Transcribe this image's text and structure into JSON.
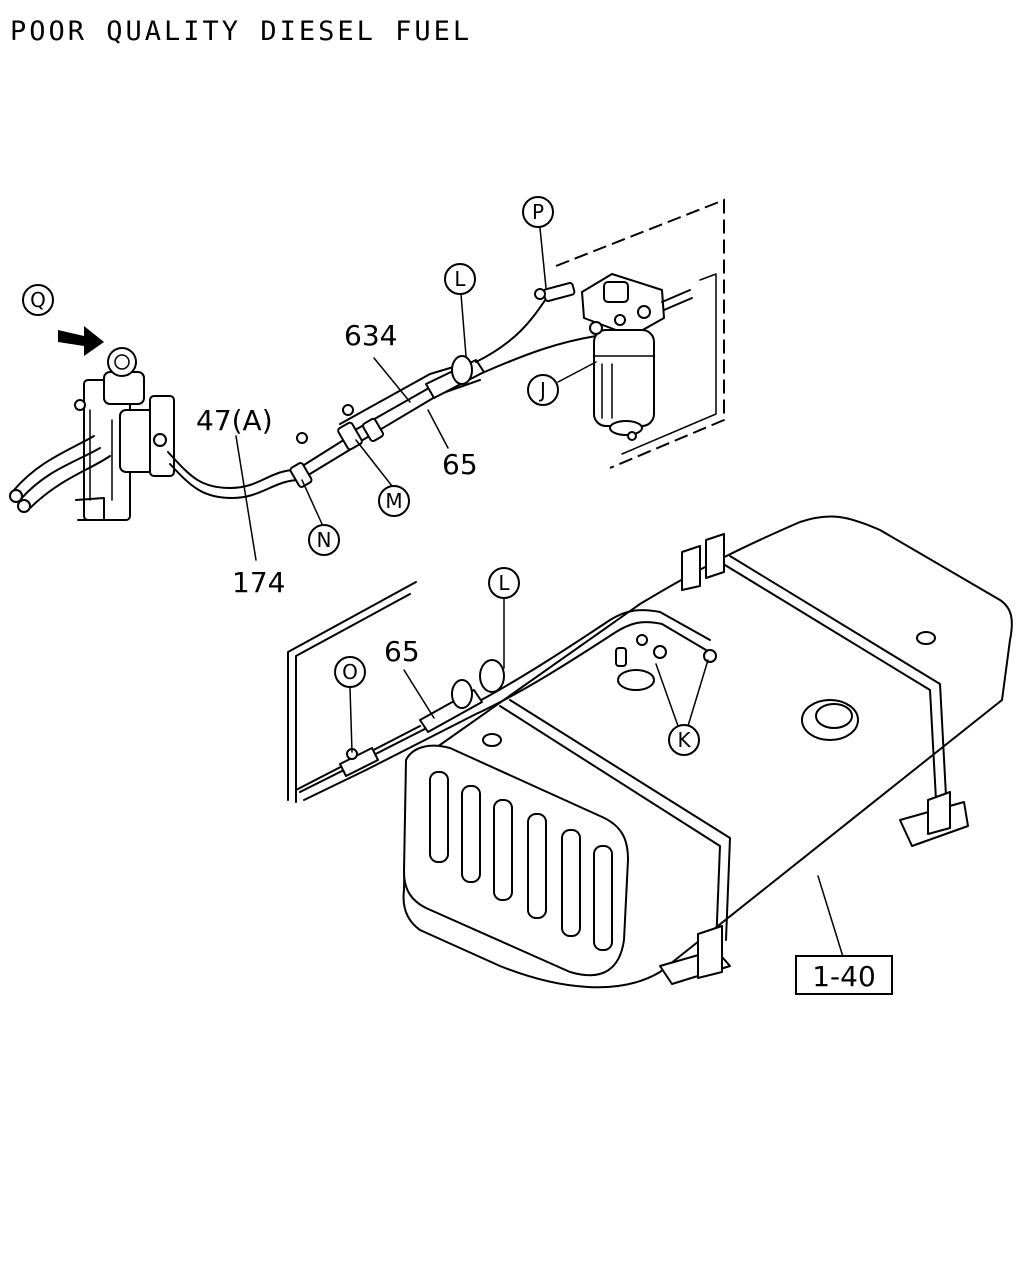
{
  "title": "POOR QUALITY DIESEL FUEL",
  "callouts": {
    "P": "P",
    "L_upper": "L",
    "Q": "Q",
    "J": "J",
    "N": "N",
    "M": "M",
    "L_lower": "L",
    "O": "O",
    "K": "K"
  },
  "part_numbers": {
    "p634": "634",
    "p47a": "47(A)",
    "p65_upper": "65",
    "p174": "174",
    "p65_lower": "65"
  },
  "reference": "1-40"
}
